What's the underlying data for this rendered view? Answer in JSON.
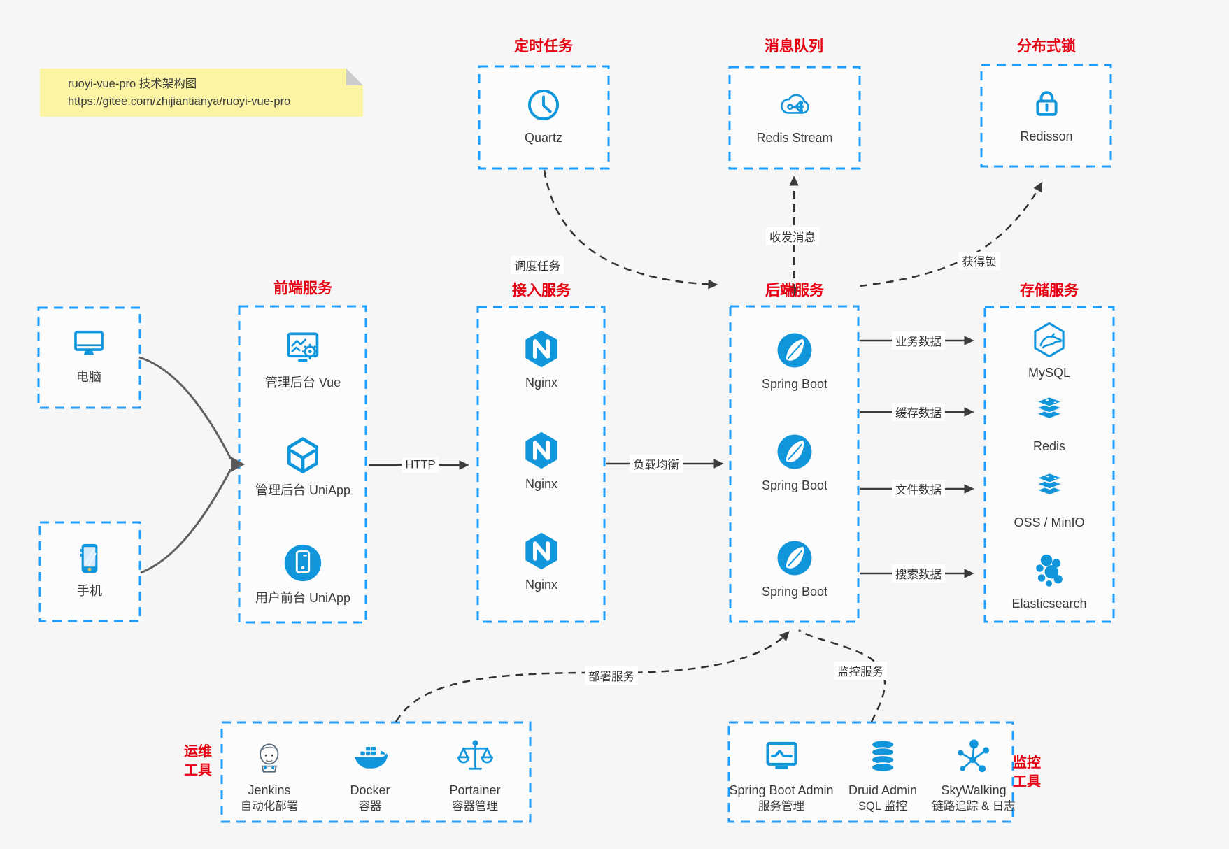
{
  "note": {
    "line1": "ruoyi-vue-pro 技术架构图",
    "line2": "https://gitee.com/zhijiantianya/ruoyi-vue-pro"
  },
  "titles": {
    "scheduler": "定时任务",
    "mq": "消息队列",
    "lock": "分布式锁",
    "frontend": "前端服务",
    "gateway": "接入服务",
    "backend": "后端服务",
    "storage": "存储服务",
    "devops_line1": "运维",
    "devops_line2": "工具",
    "monitoring_line1": "监控",
    "monitoring_line2": "工具"
  },
  "nodes": {
    "scheduler": {
      "label": "Quartz",
      "icon": "clock-icon"
    },
    "mq": {
      "label": "Redis Stream",
      "icon": "cloud-stream-icon"
    },
    "lock": {
      "label": "Redisson",
      "icon": "lock-icon"
    },
    "pc": {
      "label": "电脑",
      "icon": "desktop-icon"
    },
    "mobile": {
      "label": "手机",
      "icon": "smartphone-icon"
    },
    "frontend": [
      {
        "label": "管理后台 Vue",
        "icon": "admin-vue-icon"
      },
      {
        "label": "管理后台 UniApp",
        "icon": "uniapp-cube-icon"
      },
      {
        "label": "用户前台 UniApp",
        "icon": "user-uniapp-icon"
      }
    ],
    "gateway": [
      {
        "label": "Nginx",
        "icon": "nginx-icon"
      },
      {
        "label": "Nginx",
        "icon": "nginx-icon"
      },
      {
        "label": "Nginx",
        "icon": "nginx-icon"
      }
    ],
    "backend": [
      {
        "label": "Spring Boot",
        "icon": "spring-icon"
      },
      {
        "label": "Spring Boot",
        "icon": "spring-icon"
      },
      {
        "label": "Spring Boot",
        "icon": "spring-icon"
      }
    ],
    "storage": [
      {
        "label": "MySQL",
        "icon": "mysql-icon"
      },
      {
        "label": "Redis",
        "icon": "redis-stack-icon"
      },
      {
        "label": "OSS / MinIO",
        "icon": "storage-stack-icon"
      },
      {
        "label": "Elasticsearch",
        "icon": "elasticsearch-icon"
      }
    ],
    "devops": [
      {
        "name": "Jenkins",
        "desc": "自动化部署",
        "icon": "jenkins-icon"
      },
      {
        "name": "Docker",
        "desc": "容器",
        "icon": "docker-icon"
      },
      {
        "name": "Portainer",
        "desc": "容器管理",
        "icon": "portainer-icon"
      }
    ],
    "monitoring": [
      {
        "name": "Spring Boot Admin",
        "desc": "服务管理",
        "icon": "sba-icon"
      },
      {
        "name": "Druid Admin",
        "desc": "SQL 监控",
        "icon": "druid-icon"
      },
      {
        "name": "SkyWalking",
        "desc": "链路追踪 & 日志",
        "icon": "skywalking-icon"
      }
    ]
  },
  "edges": {
    "http": "HTTP",
    "load_balance": "负载均衡",
    "schedule": "调度任务",
    "messaging": "收发消息",
    "acquire_lock": "获得锁",
    "business_data": "业务数据",
    "cache_data": "缓存数据",
    "file_data": "文件数据",
    "search_data": "搜索数据",
    "deploy": "部署服务",
    "monitor": "监控服务"
  },
  "colors": {
    "panel_border": "#1E9FFF",
    "icon_blue": "#1296DB",
    "title_red": "#E60012",
    "note_bg": "#FBF4A3",
    "canvas_bg": "#F6F6F7",
    "arrow_dark": "#3A3A3A"
  }
}
